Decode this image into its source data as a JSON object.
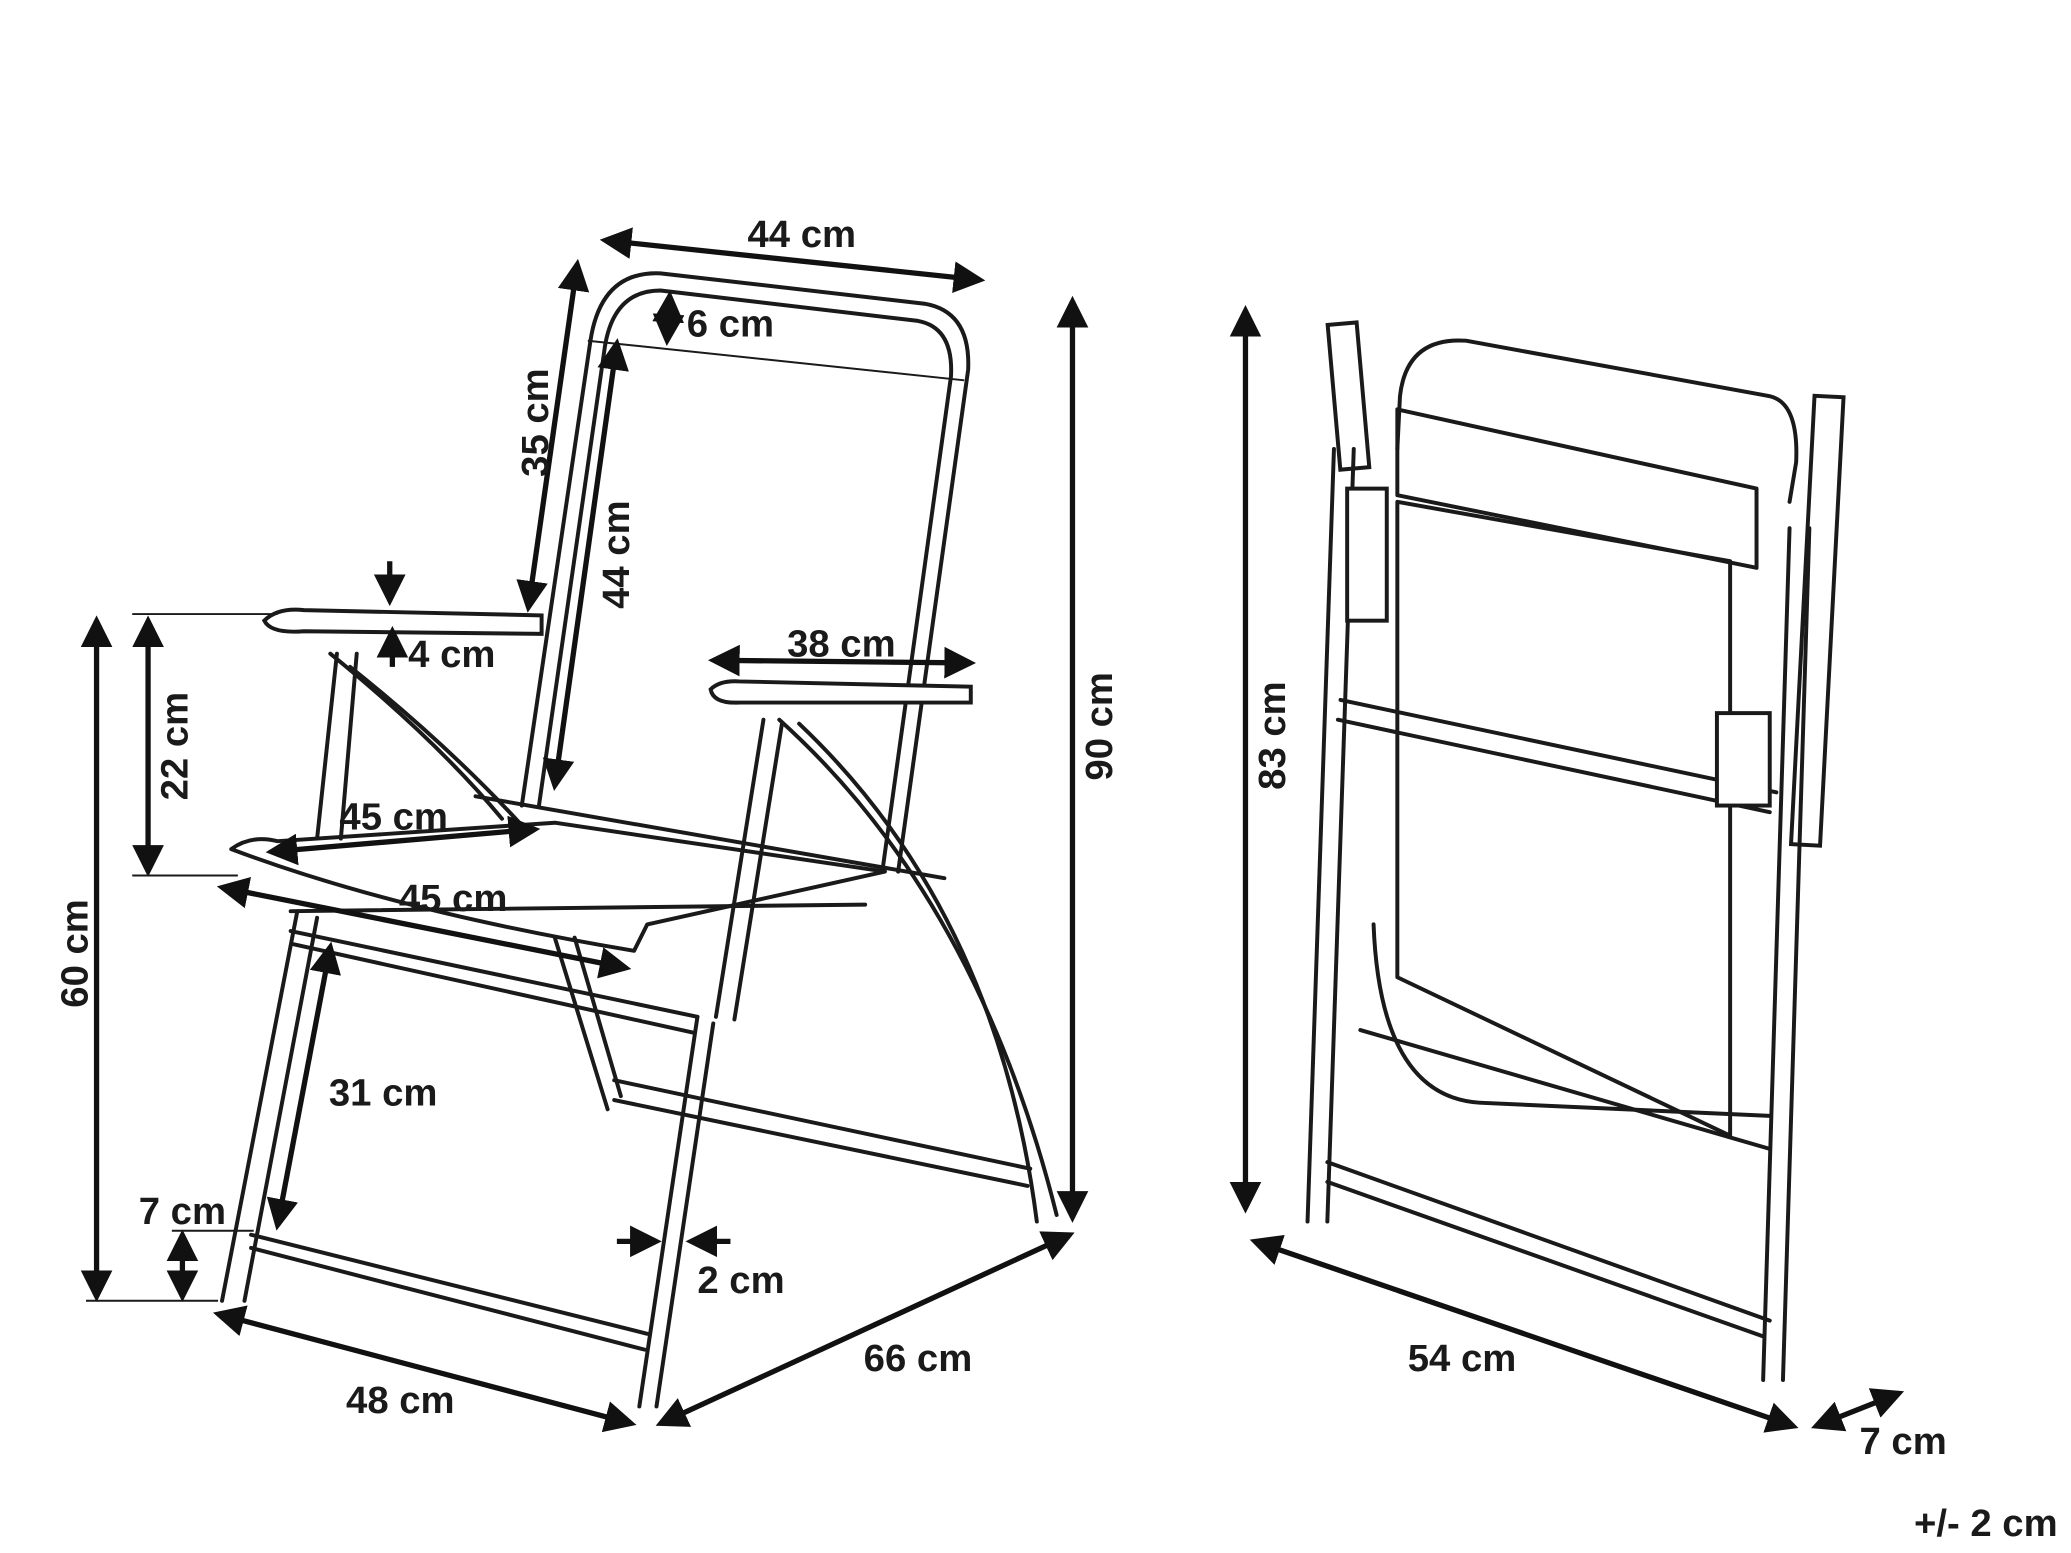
{
  "diagram": {
    "title": "Folding chair dimensions",
    "unfolded_chair": {
      "backrest_width": "44 cm",
      "backrest_top_band": "6 cm",
      "backrest_outer_height": "35 cm",
      "backrest_fabric_height": "44 cm",
      "armrest_thickness": "4 cm",
      "armrest_height_above_seat": "22 cm",
      "armrest_length": "38 cm",
      "seat_width": "45 cm",
      "seat_depth": "45 cm",
      "total_height": "90 cm",
      "armrest_height": "60 cm",
      "seat_height": "31 cm",
      "crossbar_height": "7 cm",
      "tube_diameter": "2 cm",
      "width": "48 cm",
      "depth": "66 cm"
    },
    "folded_chair": {
      "height": "83 cm",
      "width": "54 cm",
      "thickness": "7 cm"
    },
    "tolerance": "+/- 2 cm"
  }
}
